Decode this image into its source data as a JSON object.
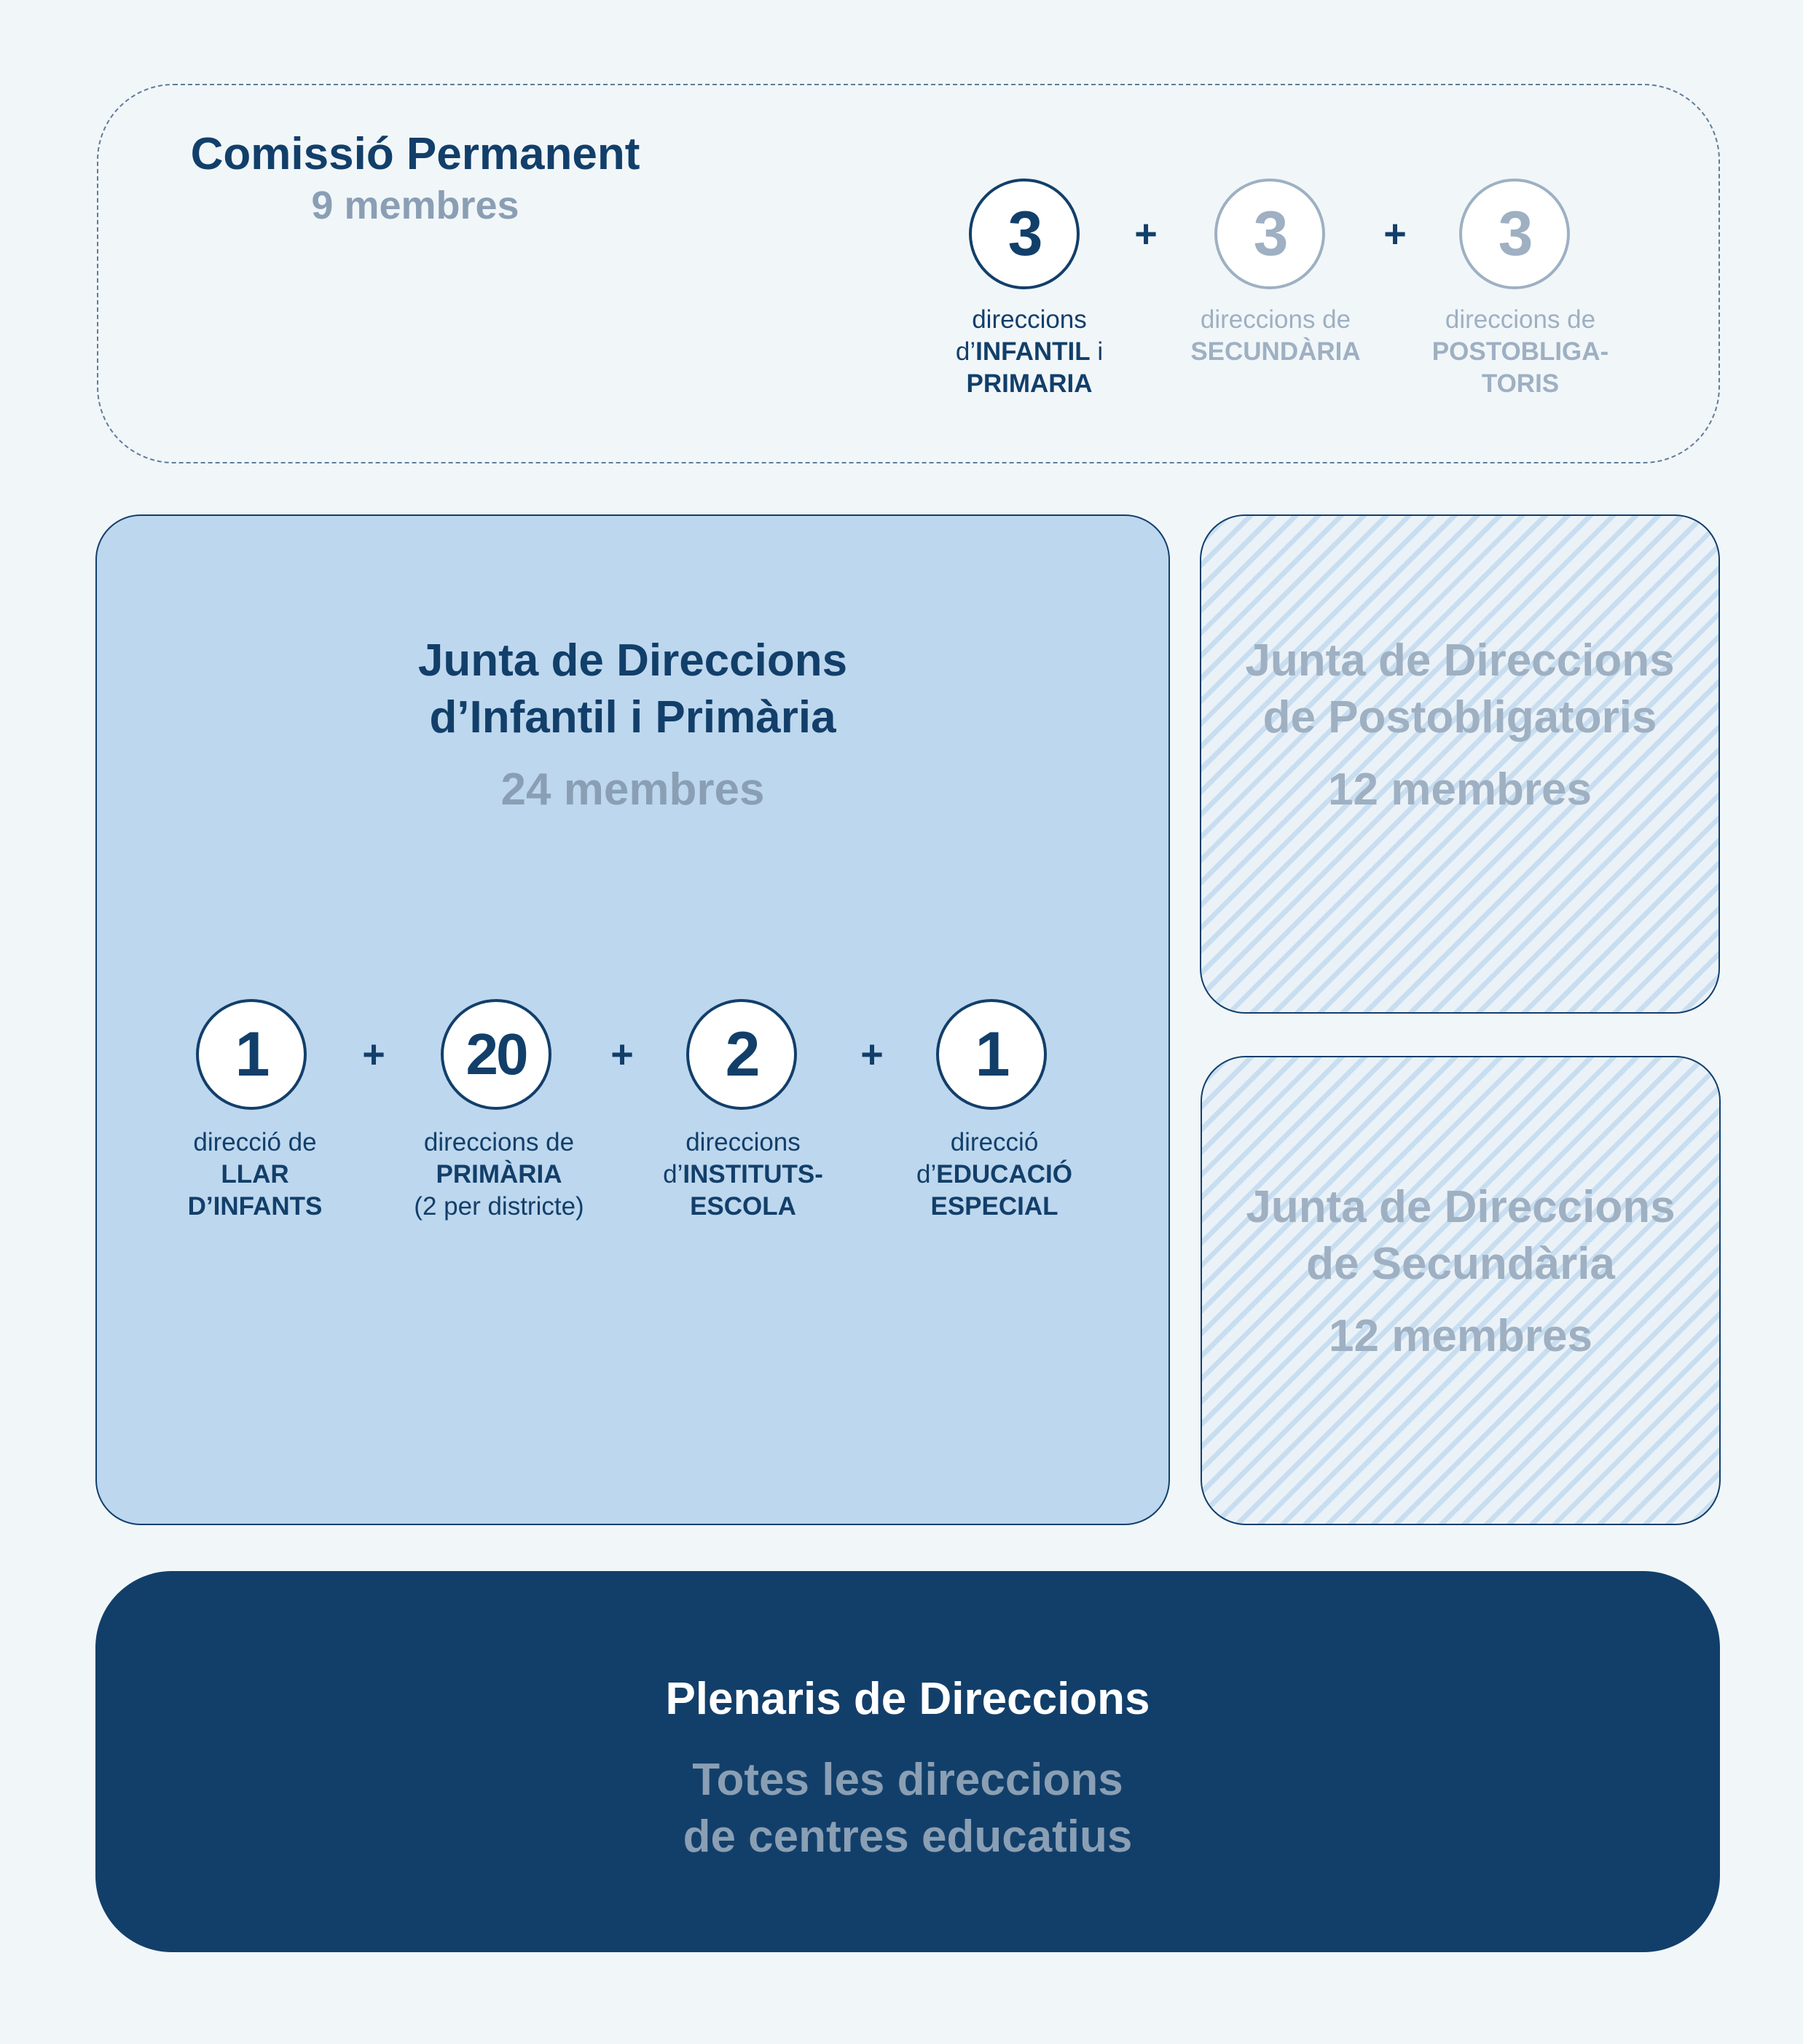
{
  "permanent": {
    "title": "Comissió Permanent",
    "members": "9 membres",
    "groups": [
      {
        "count": "3",
        "line1": "direccions",
        "line2_pre": "d’",
        "line2_bold": "INFANTIL",
        "line2_post": " i",
        "line3": "PRIMARIA"
      },
      {
        "count": "3",
        "line1": "direccions de",
        "line2": "SECUNDÀRIA"
      },
      {
        "count": "3",
        "line1": "direccions de",
        "line2": "POSTOBLIGA-",
        "line3": "TORIS"
      }
    ],
    "plus": "+"
  },
  "junta_ip": {
    "title_line1": "Junta de Direccions",
    "title_line2": "d’Infantil i Primària",
    "members": "24 membres",
    "groups": [
      {
        "count": "1",
        "line1": "direcció de",
        "line2": "LLAR",
        "line3": "D’INFANTS"
      },
      {
        "count": "20",
        "line1": "direccions de",
        "line2": "PRIMÀRIA",
        "line3": "(2 per districte)"
      },
      {
        "count": "2",
        "line1": "direccions",
        "line2_pre": "d’",
        "line2_bold": "INSTITUTS-",
        "line3": "ESCOLA"
      },
      {
        "count": "1",
        "line1": "direcció",
        "line2_pre": "d’",
        "line2_bold": "EDUCACIÓ",
        "line3": "ESPECIAL"
      }
    ]
  },
  "junta_post": {
    "title_line1": "Junta de Direccions",
    "title_line2": "de Postobligatoris",
    "members": "12 membres"
  },
  "junta_sec": {
    "title_line1": "Junta de Direccions",
    "title_line2": "de Secundària",
    "members": "12 membres"
  },
  "plenaris": {
    "title": "Plenaris de Direccions",
    "sub_line1": "Totes les direccions",
    "sub_line2": "de centres educatius"
  }
}
